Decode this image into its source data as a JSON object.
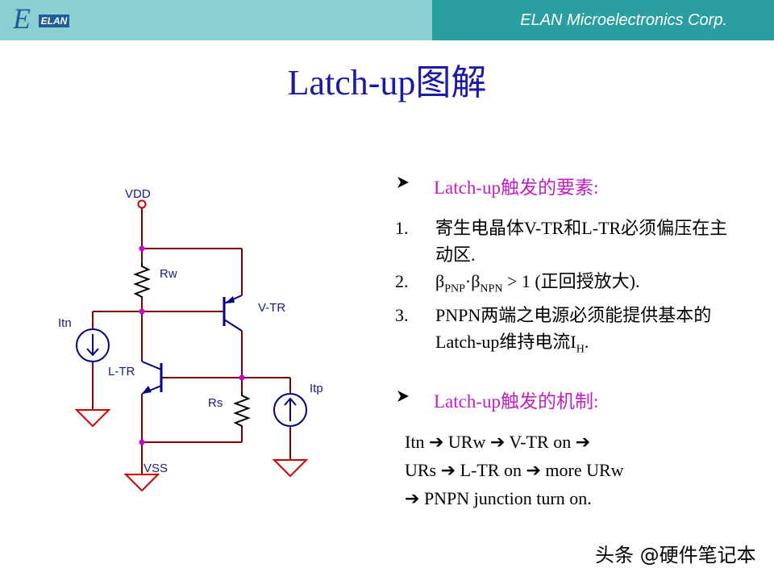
{
  "header": {
    "company": "ELAN Microelectronics Corp.",
    "logo_text": "ELAN",
    "left_color": "#8ccfd0",
    "right_color": "#2a9ea0"
  },
  "title": "Latch-up图解",
  "circuit": {
    "labels": {
      "vdd": "VDD",
      "vss": "VSS",
      "rw": "Rw",
      "rs": "Rs",
      "vtr": "V-TR",
      "ltr": "L-TR",
      "itn": "Itn",
      "itp": "Itp"
    },
    "wire_color": "#800000",
    "node_color": "#cc00cc",
    "component_color": "#000080",
    "icons": [
      "ground-icon",
      "current-source-icon",
      "npn-transistor-icon",
      "pnp-transistor-icon",
      "resistor-icon"
    ]
  },
  "right": {
    "heading1": "Latch-up触发的要素:",
    "heading_color": "#c020c0",
    "points": [
      {
        "num": "1.",
        "text": "寄生电晶体V-TR和L-TR必须偏压在主动区."
      },
      {
        "num": "2.",
        "beta_pnp_sym": "β",
        "beta_pnp_sub": "PNP",
        "dot": "·",
        "beta_npn_sym": "β",
        "beta_npn_sub": "NPN",
        "rest": " > 1 (正回授放大)."
      },
      {
        "num": "3.",
        "text_main": "PNPN两端之电源必须能提供基本的Latch-up维持电流I",
        "sub": "H",
        "end": "."
      }
    ],
    "heading2": "Latch-up触发的机制:",
    "mechanism": {
      "line1": [
        "Itn",
        "URw",
        "V-TR on"
      ],
      "line2": [
        "URs",
        "L-TR on",
        "more URw"
      ],
      "line3": "PNPN junction turn on."
    }
  },
  "watermark": "头条 @硬件笔记本"
}
